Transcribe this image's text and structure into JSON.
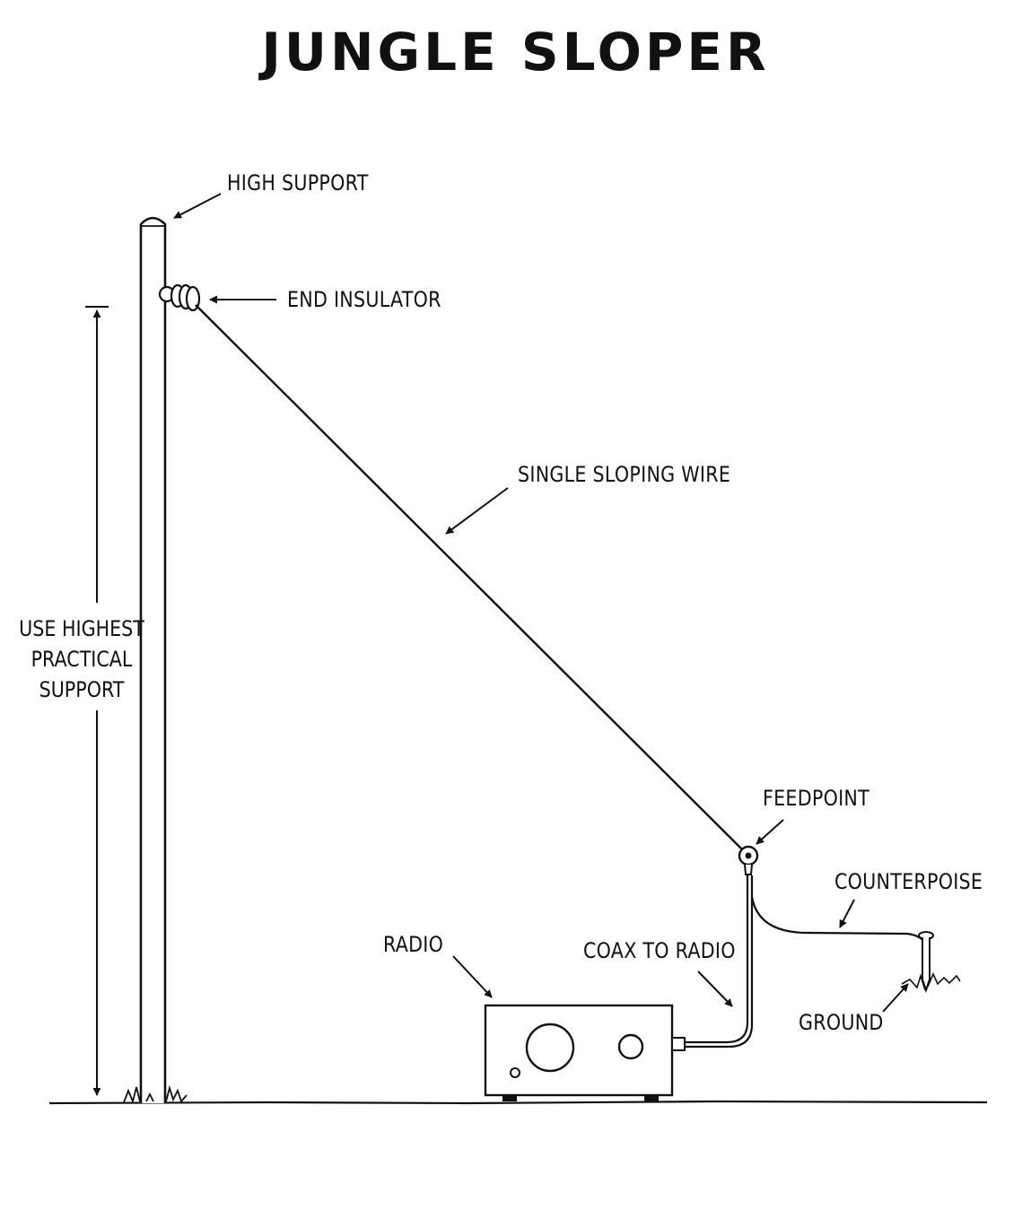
{
  "title": "JUNGLE SLOPER",
  "labels": {
    "high_support": "HIGH SUPPORT",
    "end_insulator": "END INSULATOR",
    "single_sloping_wire": "SINGLE SLOPING WIRE",
    "use_highest": [
      "USE HIGHEST",
      "PRACTICAL",
      "SUPPORT"
    ],
    "feedpoint": "FEEDPOINT",
    "counterpoise": "COUNTERPOISE",
    "radio": "RADIO",
    "coax_to_radio": "COAX TO RADIO",
    "ground": "GROUND"
  },
  "colors": {
    "ink": "#111111",
    "background": "#ffffff"
  }
}
